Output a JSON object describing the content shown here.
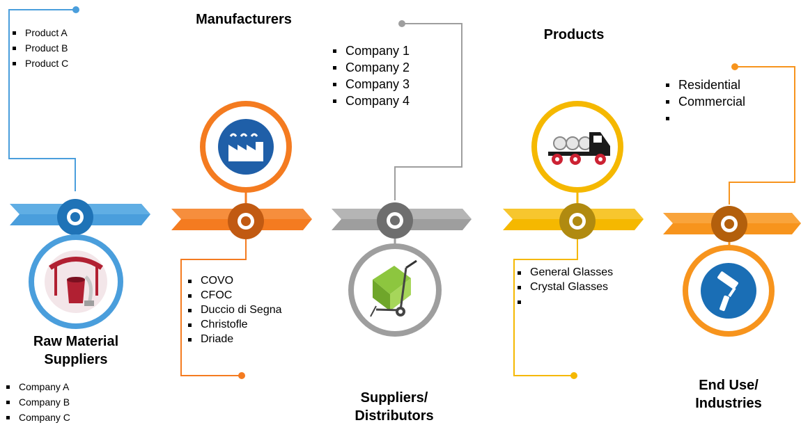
{
  "stages": [
    {
      "title": "Raw Material Suppliers",
      "title_lines": [
        "Raw Material",
        "Suppliers"
      ],
      "icon": "paint-bucket-pour-icon",
      "color": "#4A9EDC",
      "list_top": [
        "Product A",
        "Product B",
        "Product C"
      ],
      "list_bottom": [
        "Company A",
        "Company B",
        "Company C"
      ]
    },
    {
      "title": "Manufacturers",
      "icon": "factory-icon",
      "color": "#F47B20",
      "list": [
        "COVO",
        "CFOC",
        "Duccio di Segna",
        "Christofle",
        "Driade"
      ]
    },
    {
      "title": "Suppliers/ Distributors",
      "title_lines": [
        "Suppliers/",
        "Distributors"
      ],
      "icon": "hand-truck-box-icon",
      "color": "#9E9E9E",
      "list": [
        "Company 1",
        "Company 2",
        "Company 3",
        "Company 4"
      ]
    },
    {
      "title": "Products",
      "icon": "delivery-truck-icon",
      "color": "#F5B800",
      "list": [
        "General Glasses",
        "Crystal Glasses",
        ""
      ]
    },
    {
      "title": "End Use/ Industries",
      "title_lines": [
        "End Use/",
        "Industries"
      ],
      "icon": "paint-roller-icon",
      "color": "#F7941D",
      "list": [
        "Residential",
        "Commercial",
        ""
      ]
    }
  ]
}
